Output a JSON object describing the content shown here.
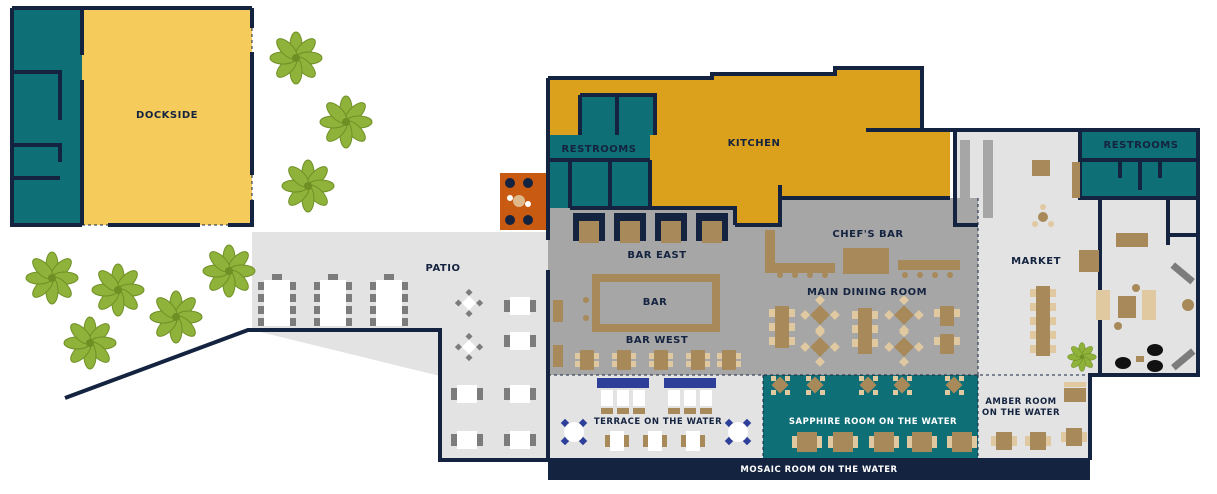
{
  "map": {
    "rooms": {
      "dockside": "DOCKSIDE",
      "kitchen": "KITCHEN",
      "restrooms_center": "RESTROOMS",
      "restrooms_right": "RESTROOMS",
      "patio": "PATIO",
      "bar_east": "BAR EAST",
      "bar": "BAR",
      "bar_west": "BAR WEST",
      "chefs_bar": "CHEF'S BAR",
      "main_dining": "MAIN DINING ROOM",
      "market": "MARKET",
      "terrace": "TERRACE ON THE WATER",
      "sapphire": "SAPPHIRE ROOM ON THE WATER",
      "amber": "AMBER ROOM",
      "amber_line2": "ON THE WATER",
      "mosaic": "MOSAIC ROOM ON THE WATER"
    },
    "colors": {
      "navy": "#14233f",
      "teal": "#0f6f77",
      "light_yellow": "#f5cb5c",
      "gold": "#dba11c",
      "gray": "#a6a6a6",
      "light_gray": "#e3e3e3",
      "tan": "#a7895a",
      "orange": "#c85a12",
      "palm": "#8fb23a",
      "blue": "#2d3f99"
    },
    "icons": [
      "palm-tree-icon",
      "table-icon",
      "chair-icon"
    ]
  }
}
